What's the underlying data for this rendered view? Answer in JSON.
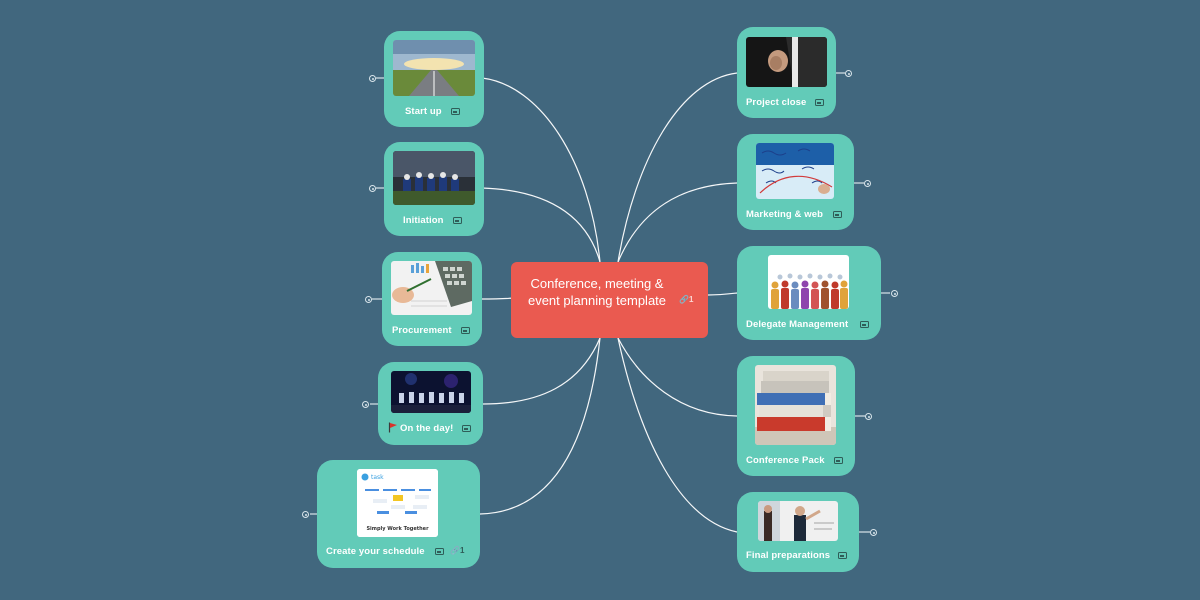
{
  "map": {
    "center": {
      "title": "Conference, meeting & event planning template",
      "link_count": "1"
    },
    "left_topics": [
      {
        "label": "Start up",
        "image": "road-landscape-photo"
      },
      {
        "label": "Initiation",
        "image": "football-team-photo"
      },
      {
        "label": "Procurement",
        "image": "calculator-finance-photo"
      },
      {
        "label": "On the day!",
        "image": "stage-panel-photo",
        "marker": "flag-icon"
      },
      {
        "label": "Create your schedule",
        "image": "task-app-screenshot",
        "link_count": "1"
      }
    ],
    "right_topics": [
      {
        "label": "Project close",
        "image": "handshake-photo"
      },
      {
        "label": "Marketing & web",
        "image": "marketing-whiteboard-photo"
      },
      {
        "label": "Delegate Management",
        "image": "people-silhouettes-illustration"
      },
      {
        "label": "Conference Pack",
        "image": "stacked-books-photo"
      },
      {
        "label": "Final preparations",
        "image": "presenter-whiteboard-photo"
      }
    ],
    "schedule_thumb": {
      "app_name": "task",
      "tagline": "Simply Work Together"
    }
  },
  "colors": {
    "background": "#41677e",
    "topic": "#62cbb8",
    "center": "#ea5a50",
    "connector": "#ffffff"
  }
}
